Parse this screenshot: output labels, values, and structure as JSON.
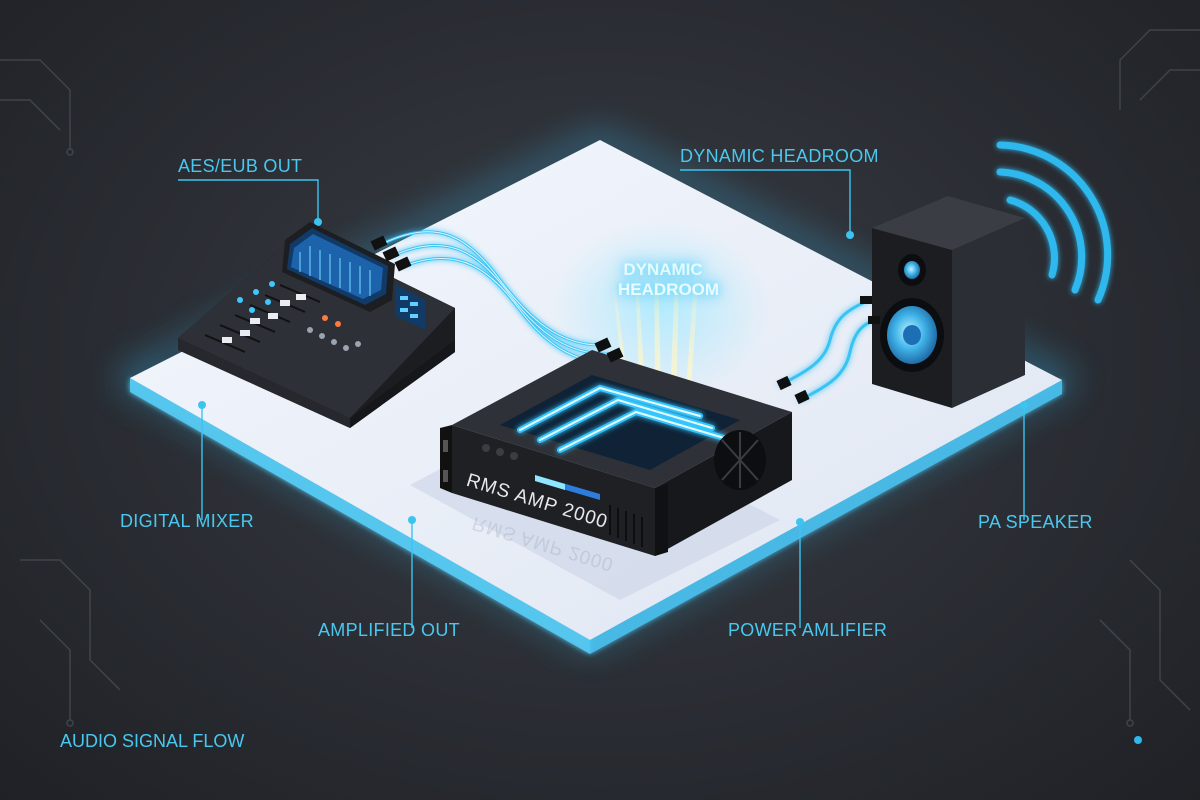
{
  "colors": {
    "accent": "#3cc4f0",
    "background": "#2a2d33",
    "platform": "#eef2f9",
    "device_dark": "#2a2c31"
  },
  "labels": {
    "aes_out": "AES/EUB OUT",
    "dynamic_headroom_top": "DYNAMIC HEADROOM",
    "dynamic_headroom_glow": "DYNAMIC HEADROOM",
    "digital_mixer": "DIGITAL MIXER",
    "amplified_out": "AMPLIFIED OUT",
    "power_amplifier": "POWER AMLIFIER",
    "pa_speaker": "PA SPEAKER",
    "amp_model": "RMS AMP 2000"
  },
  "footer": {
    "flow_label": "AUDIO SIGNAL FLOW"
  },
  "icons": {
    "mixer": "digital-mixer-icon",
    "amplifier": "power-amplifier-icon",
    "speaker": "pa-speaker-icon",
    "sound_waves": "sound-wave-icon"
  }
}
